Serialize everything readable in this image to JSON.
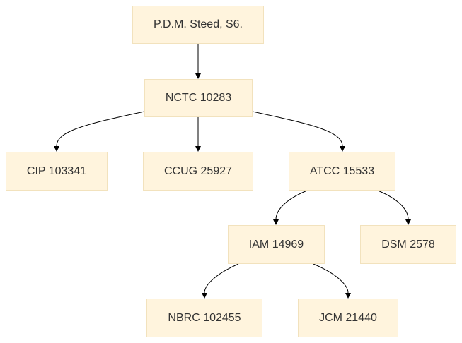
{
  "nodes": {
    "steed": "P.D.M. Steed, S6.",
    "nctc": "NCTC 10283",
    "cip": "CIP 103341",
    "ccug": "CCUG 25927",
    "atcc": "ATCC 15533",
    "iam": "IAM 14969",
    "dsm": "DSM 2578",
    "nbrc": "NBRC 102455",
    "jcm": "JCM 21440"
  },
  "edges": [
    {
      "from": "steed",
      "to": "nctc"
    },
    {
      "from": "nctc",
      "to": "cip"
    },
    {
      "from": "nctc",
      "to": "ccug"
    },
    {
      "from": "nctc",
      "to": "atcc"
    },
    {
      "from": "atcc",
      "to": "iam"
    },
    {
      "from": "atcc",
      "to": "dsm"
    },
    {
      "from": "iam",
      "to": "nbrc"
    },
    {
      "from": "iam",
      "to": "jcm"
    }
  ],
  "colors": {
    "node_fill": "#fff4dd",
    "node_border": "#f2e2bd",
    "edge": "#000000",
    "text": "#333333"
  }
}
